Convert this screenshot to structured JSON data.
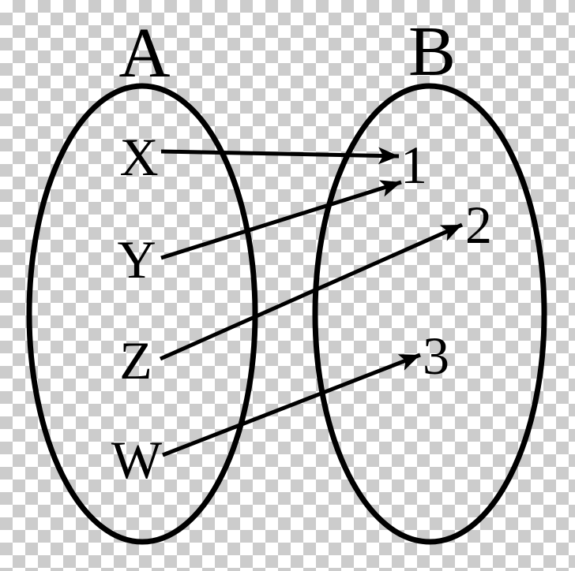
{
  "colors": {
    "ink": "#000000",
    "checker-dark": "#cccccc",
    "checker-light": "#ffffff"
  },
  "diagram": {
    "type": "function-mapping-diagram",
    "domain_set": {
      "label": "A",
      "elements": [
        "X",
        "Y",
        "Z",
        "W"
      ]
    },
    "codomain_set": {
      "label": "B",
      "elements": [
        "1",
        "2",
        "3"
      ]
    },
    "mappings": [
      {
        "from": "X",
        "to": "1"
      },
      {
        "from": "Y",
        "to": "1"
      },
      {
        "from": "Z",
        "to": "2"
      },
      {
        "from": "W",
        "to": "3"
      }
    ]
  }
}
